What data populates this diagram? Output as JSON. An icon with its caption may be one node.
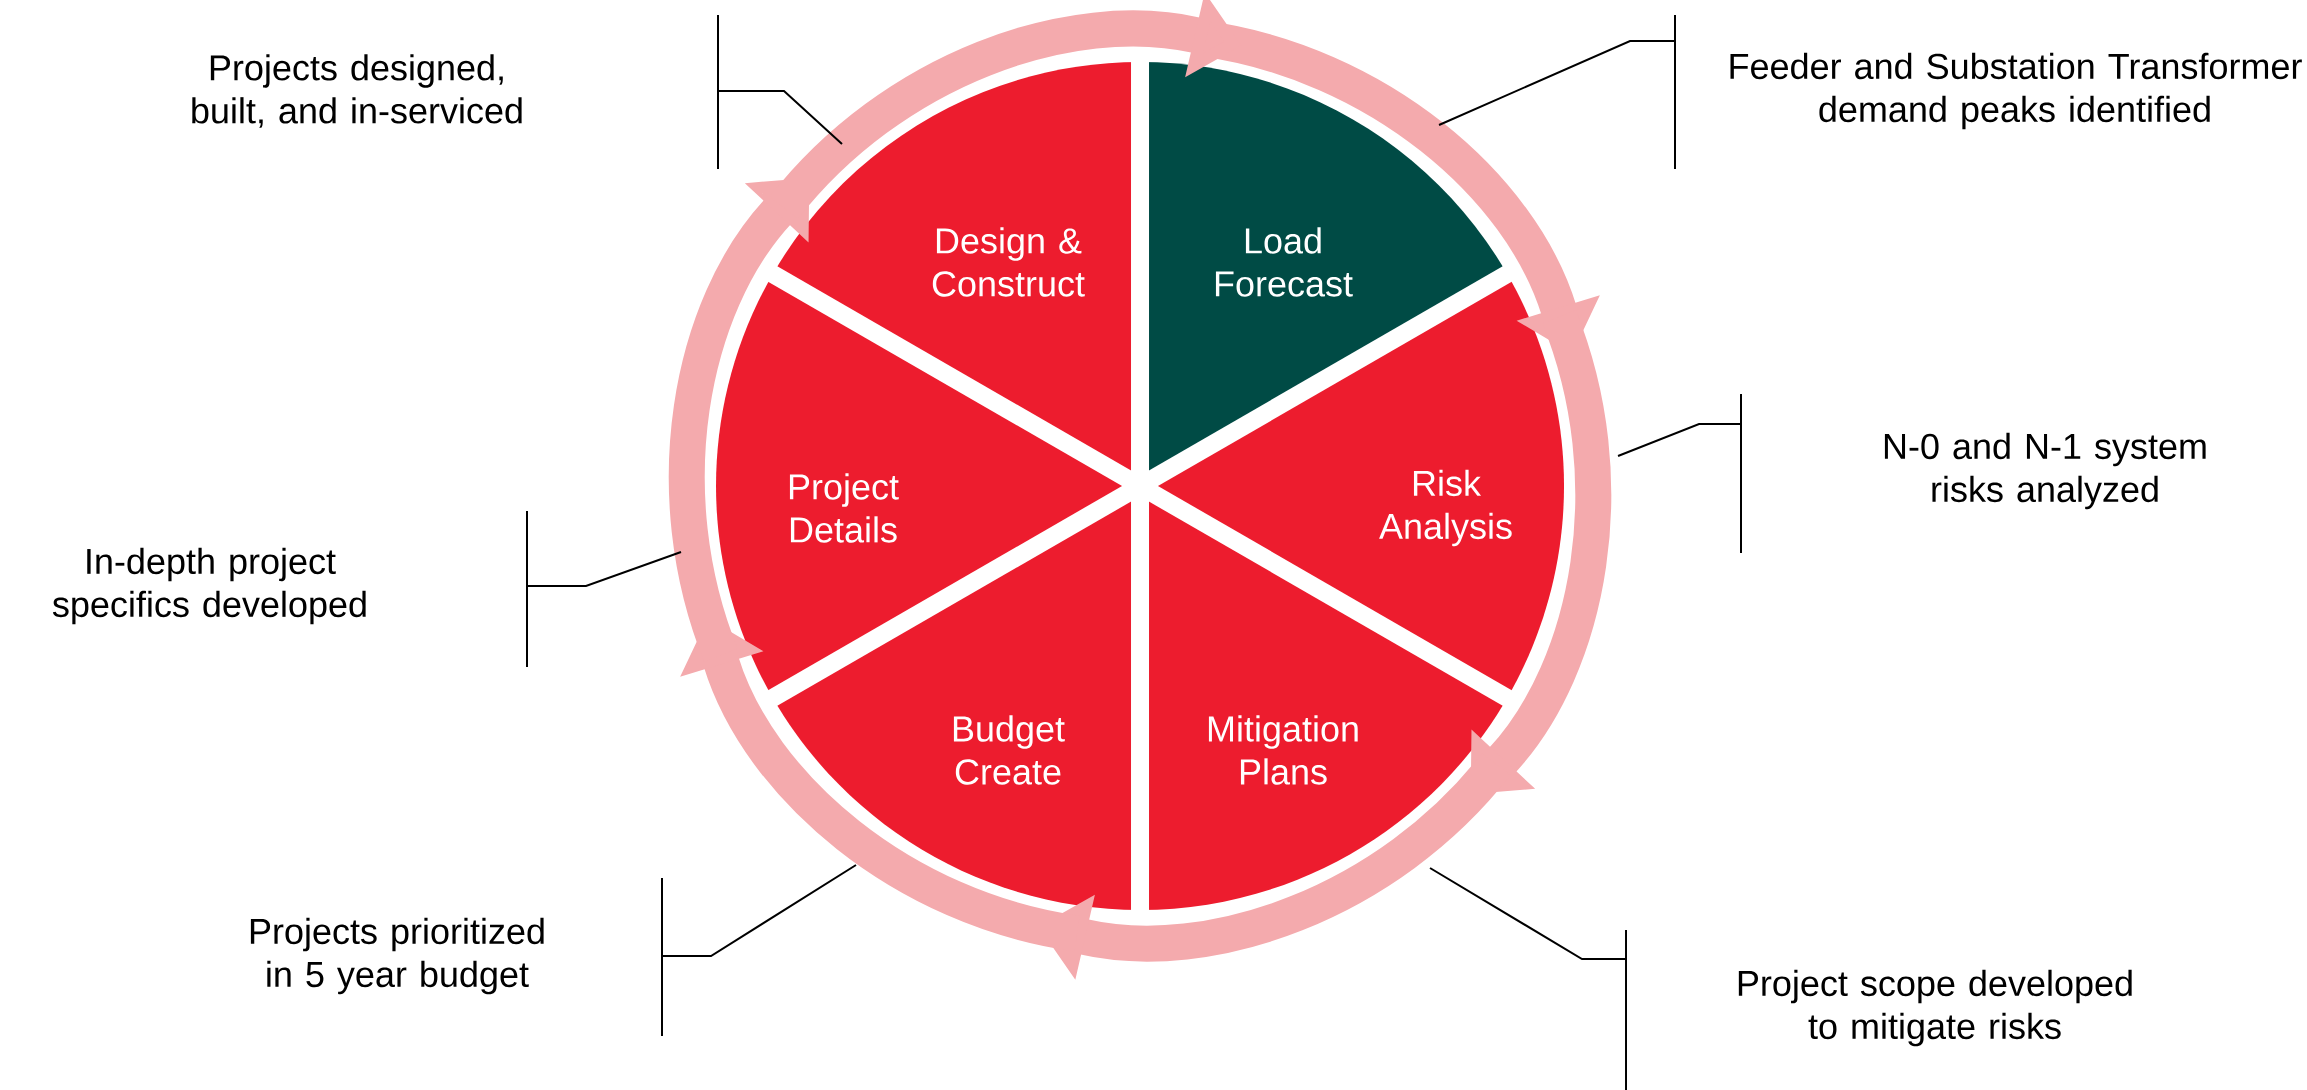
{
  "diagram": {
    "nodes": [
      {
        "text": [
          "Load Forecast"
        ]
      },
      {
        "text": [
          "Risk Analysis"
        ]
      },
      {
        "text": [
          "Mitigation Plans"
        ]
      },
      {
        "text": [
          "Budget Create"
        ]
      },
      {
        "text": [
          "Project Details"
        ]
      },
      {
        "text": [
          "Design & Construct"
        ]
      },
      {
        "text": [
          "Feeder and Substation Transformer demand peaks identified"
        ]
      },
      {
        "text": [
          "N-0 and N-1 system risks analyzed"
        ]
      },
      {
        "text": [
          "Project scope developed to mitigate risks"
        ]
      },
      {
        "text": [
          "Projects prioritized in 5 year budget"
        ]
      },
      {
        "text": [
          "In-depth project specifics developed"
        ]
      },
      {
        "text": [
          "Projects designed, built, and in-serviced"
        ]
      }
    ],
    "edges": [
      {
        "from": 0,
        "to": 1,
        "arrow": "to",
        "style": "thick"
      },
      {
        "from": 1,
        "to": 2,
        "arrow": "to",
        "style": "thick"
      },
      {
        "from": 2,
        "to": 3,
        "arrow": "to",
        "style": "thick"
      },
      {
        "from": 3,
        "to": 4,
        "arrow": "to",
        "style": "thick"
      },
      {
        "from": 4,
        "to": 5,
        "arrow": "to",
        "style": "thick"
      },
      {
        "from": 5,
        "to": 0,
        "arrow": "to",
        "style": "thick"
      },
      {
        "from": 6,
        "to": 0,
        "arrow": "none",
        "color": "#000000"
      },
      {
        "from": 7,
        "to": 1,
        "arrow": "none",
        "color": "#000000"
      },
      {
        "from": 8,
        "to": 2,
        "arrow": "none",
        "color": "#000000"
      },
      {
        "from": 9,
        "to": 3,
        "arrow": "none",
        "color": "#000000"
      },
      {
        "from": 10,
        "to": 4,
        "arrow": "none",
        "color": "#000000"
      },
      {
        "from": 11,
        "to": 5,
        "arrow": "none",
        "color": "#000000"
      }
    ]
  }
}
